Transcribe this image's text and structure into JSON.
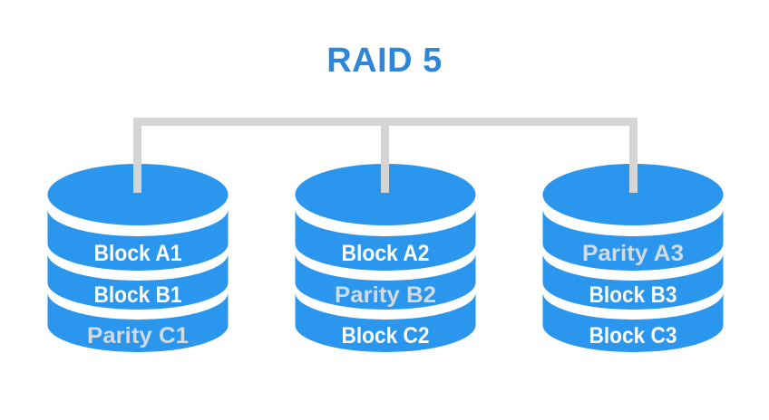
{
  "title": "RAID 5",
  "disks": [
    {
      "rows": [
        {
          "label": "Block A1",
          "type": "block"
        },
        {
          "label": "Block B1",
          "type": "block"
        },
        {
          "label": "Parity C1",
          "type": "parity"
        }
      ]
    },
    {
      "rows": [
        {
          "label": "Block A2",
          "type": "block"
        },
        {
          "label": "Parity B2",
          "type": "parity"
        },
        {
          "label": "Block C2",
          "type": "block"
        }
      ]
    },
    {
      "rows": [
        {
          "label": "Parity A3",
          "type": "parity"
        },
        {
          "label": "Block B3",
          "type": "block"
        },
        {
          "label": "Block C3",
          "type": "block"
        }
      ]
    }
  ],
  "colors": {
    "background": "#FFFFFF",
    "cylinder_blue": "#2A96EE",
    "title_blue": "#2E86DB",
    "connector_gray": "#D5D5D5",
    "block_label": "#FFFFFF",
    "parity_label": "#D3DAE2"
  }
}
